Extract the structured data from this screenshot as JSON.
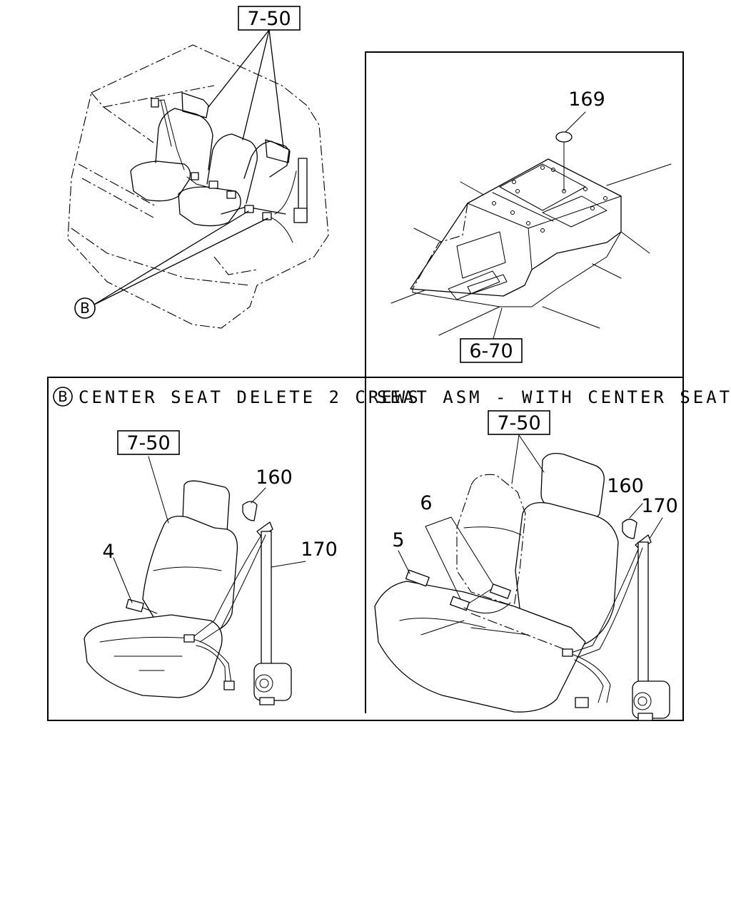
{
  "callouts": {
    "seat_asm_top": "7-50",
    "console_ref": "6-70",
    "plug": "169",
    "callout_b": "B",
    "left_seat_ref": "7-50",
    "left_buckle": "4",
    "left_anchor_cover": "160",
    "left_belt": "170",
    "right_seat_ref": "7-50",
    "right_buckle_6": "6",
    "right_buckle_5": "5",
    "right_anchor_cover": "160",
    "right_belt": "170"
  },
  "headers": {
    "left_circle": "B",
    "left_title": "CENTER SEAT DELETE 2 CREWS",
    "right_title": "SEAT ASM - WITH CENTER SEAT"
  }
}
